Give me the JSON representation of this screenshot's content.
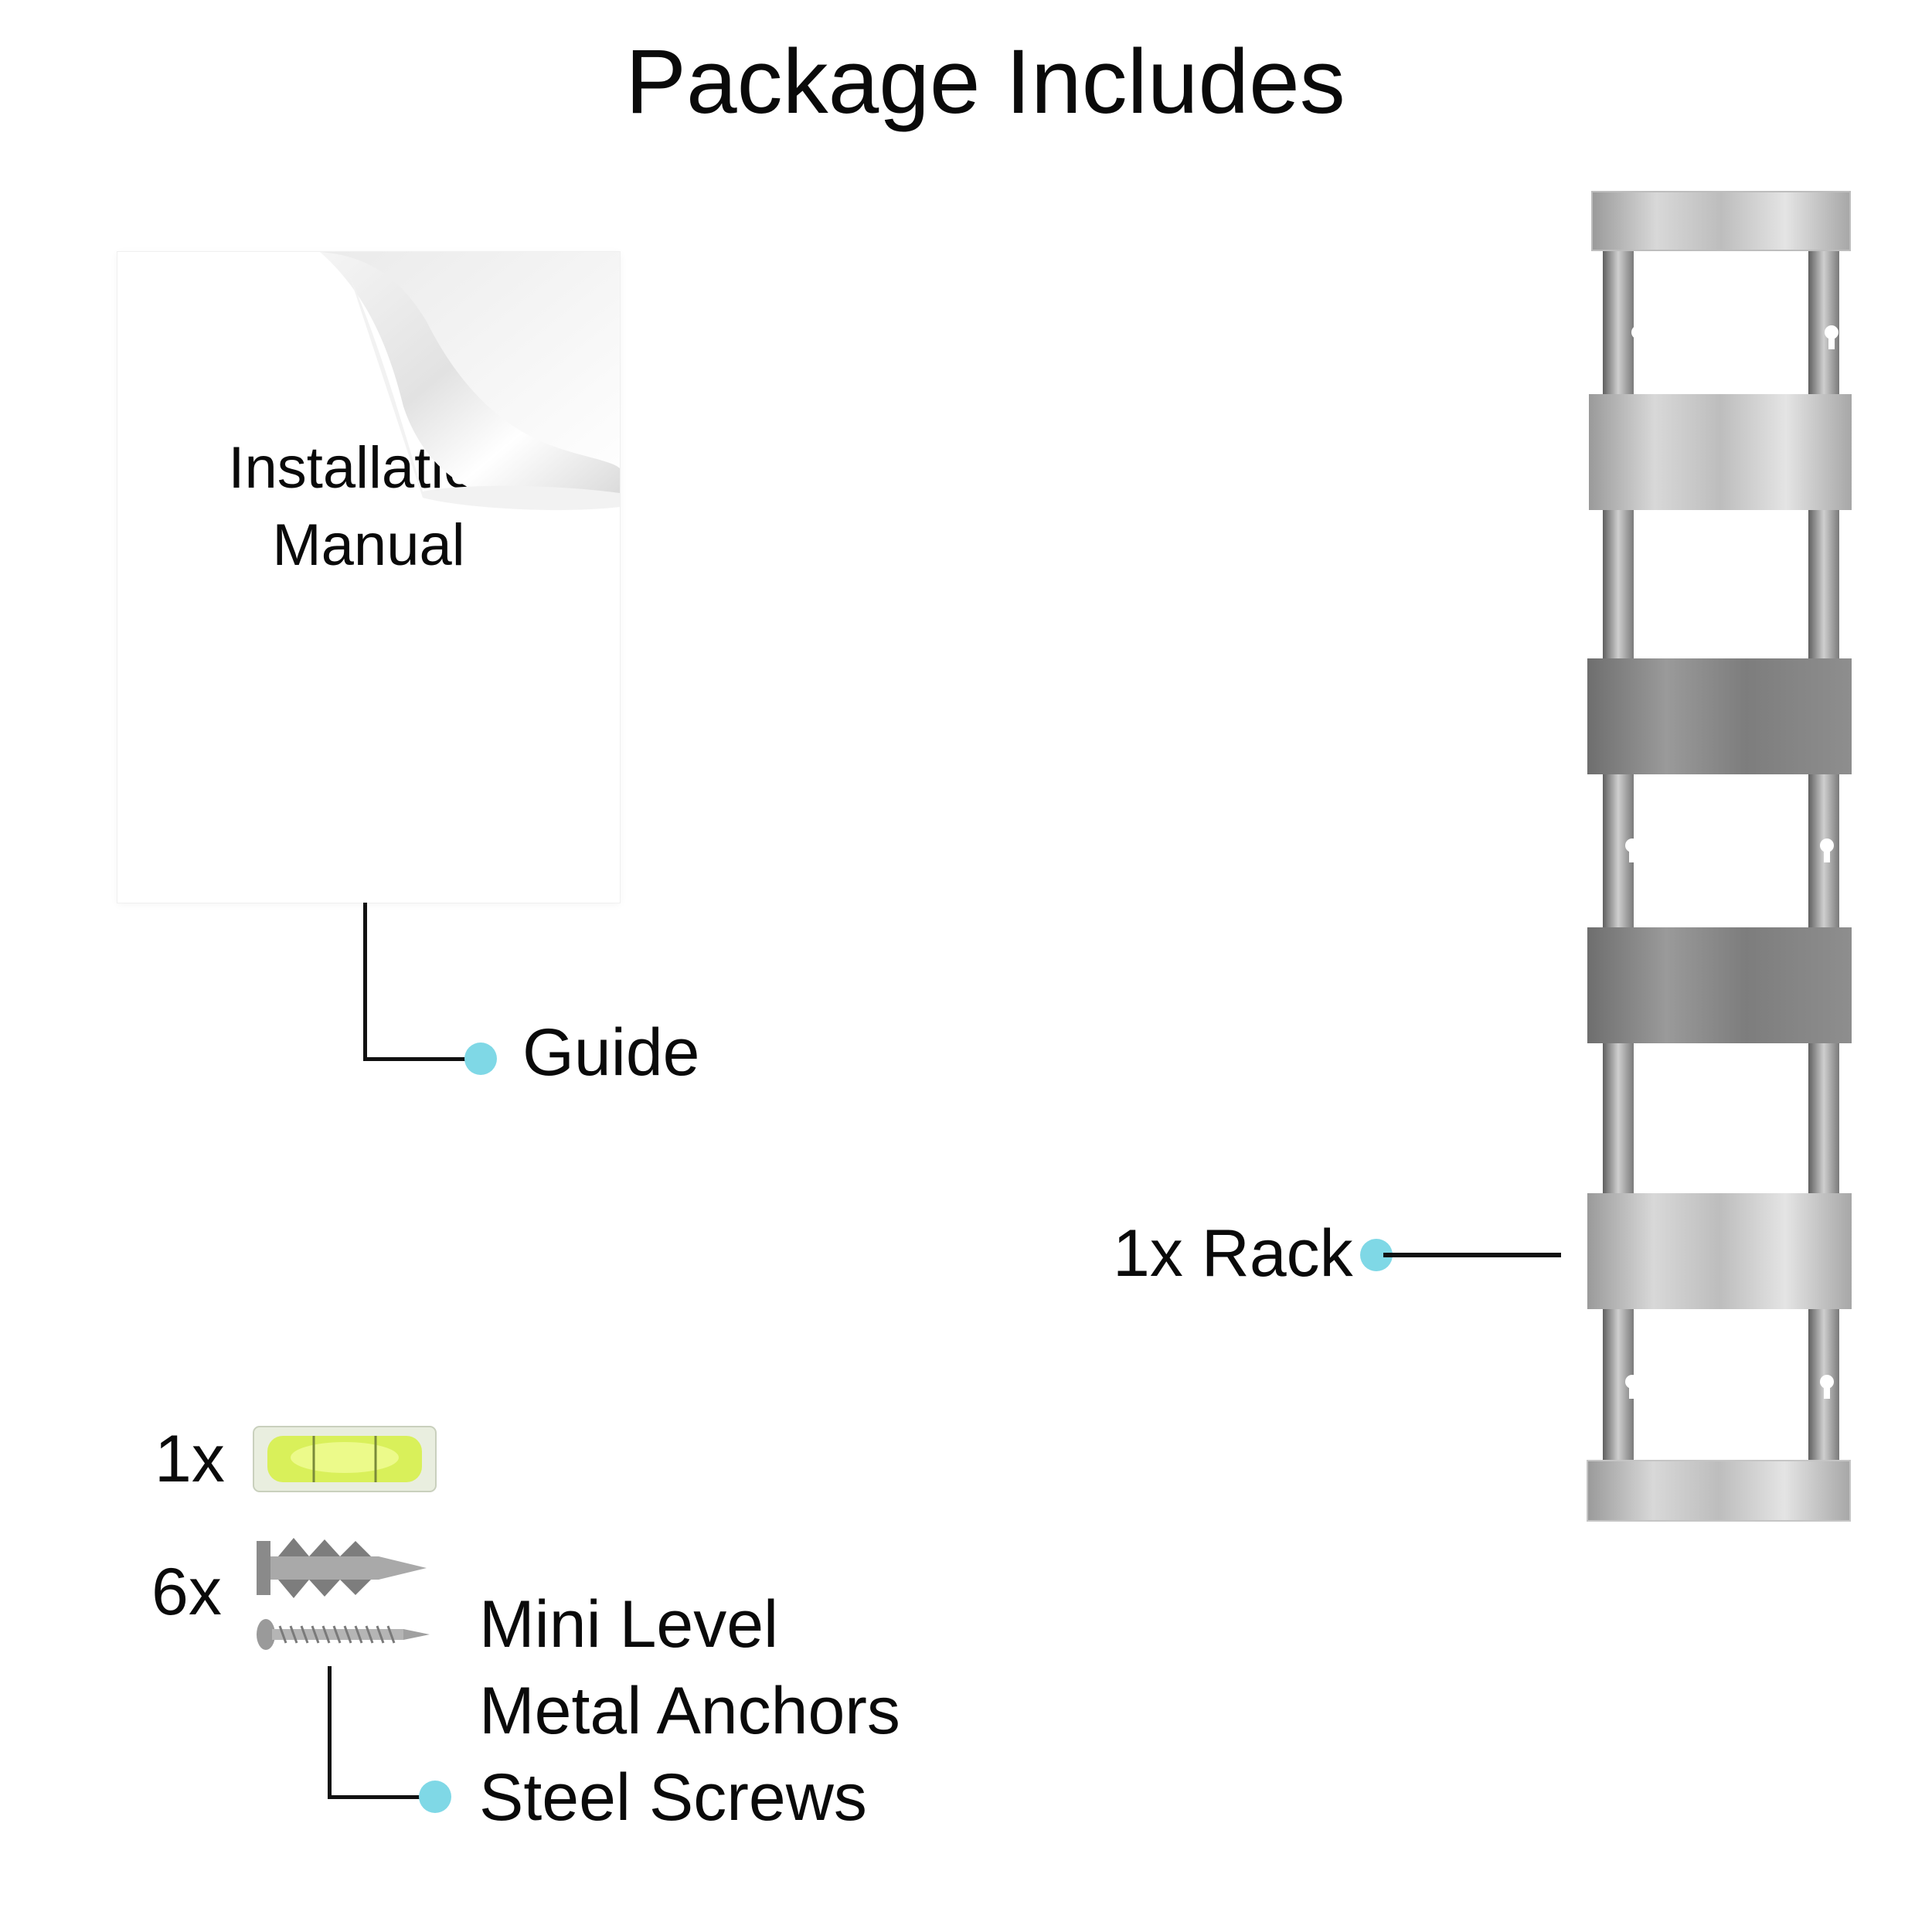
{
  "header": {
    "title": "Package Includes"
  },
  "manual": {
    "line1": "Installation",
    "line2": "Manual",
    "label": "Guide"
  },
  "rack": {
    "label": "1x Rack"
  },
  "hardware": {
    "level_qty": "1x",
    "anchors_qty": "6x",
    "items": [
      "Mini Level",
      "Metal Anchors",
      "Steel Screws"
    ]
  },
  "colors": {
    "accent_dot": "#7fd8e6",
    "line": "#111111"
  }
}
